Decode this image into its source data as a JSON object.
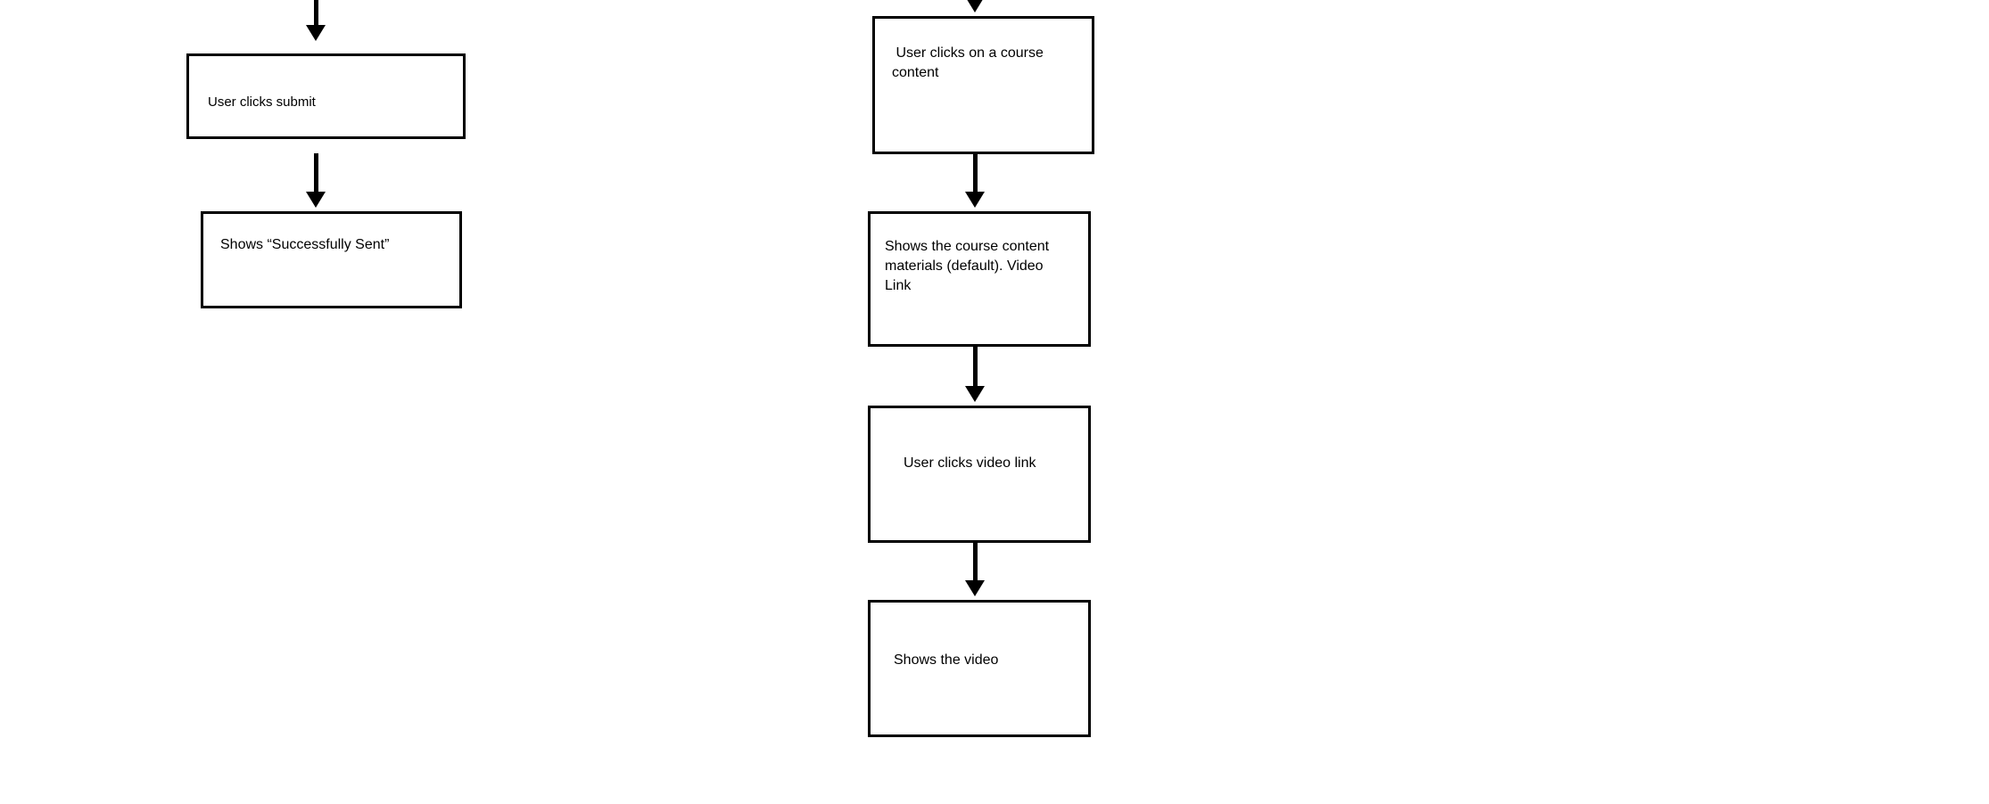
{
  "diagram": {
    "type": "flowchart",
    "background_color": "#ffffff",
    "node_fill_color": "#ffffff",
    "node_border_color": "#000000",
    "arrow_color": "#000000",
    "text_color": "#000000",
    "columns": [
      {
        "name": "submit-flow",
        "nodes": [
          {
            "label": "User clicks submit"
          },
          {
            "label": "Shows “Successfully Sent”"
          }
        ]
      },
      {
        "name": "course-content-flow",
        "nodes": [
          {
            "label": " User clicks on a course content"
          },
          {
            "label": "Shows the course content materials (default). Video Link"
          },
          {
            "label": "User clicks video link"
          },
          {
            "label": "Shows the video"
          }
        ]
      }
    ]
  }
}
